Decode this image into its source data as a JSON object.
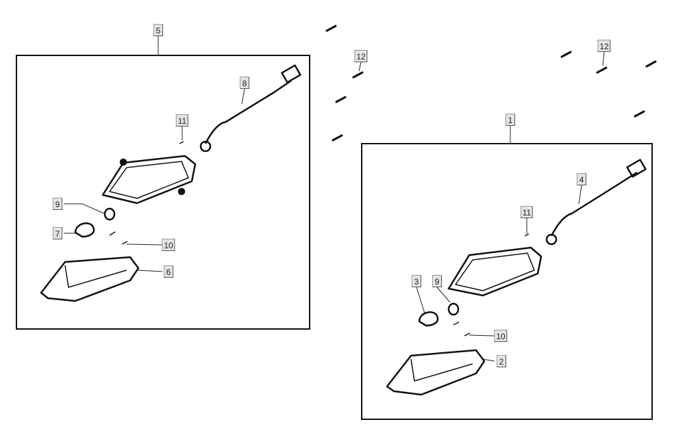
{
  "diagram": {
    "callouts": [
      "5",
      "1",
      "8",
      "11",
      "9",
      "7",
      "10",
      "6",
      "12",
      "12",
      "4",
      "11",
      "3",
      "9",
      "10",
      "2"
    ]
  }
}
